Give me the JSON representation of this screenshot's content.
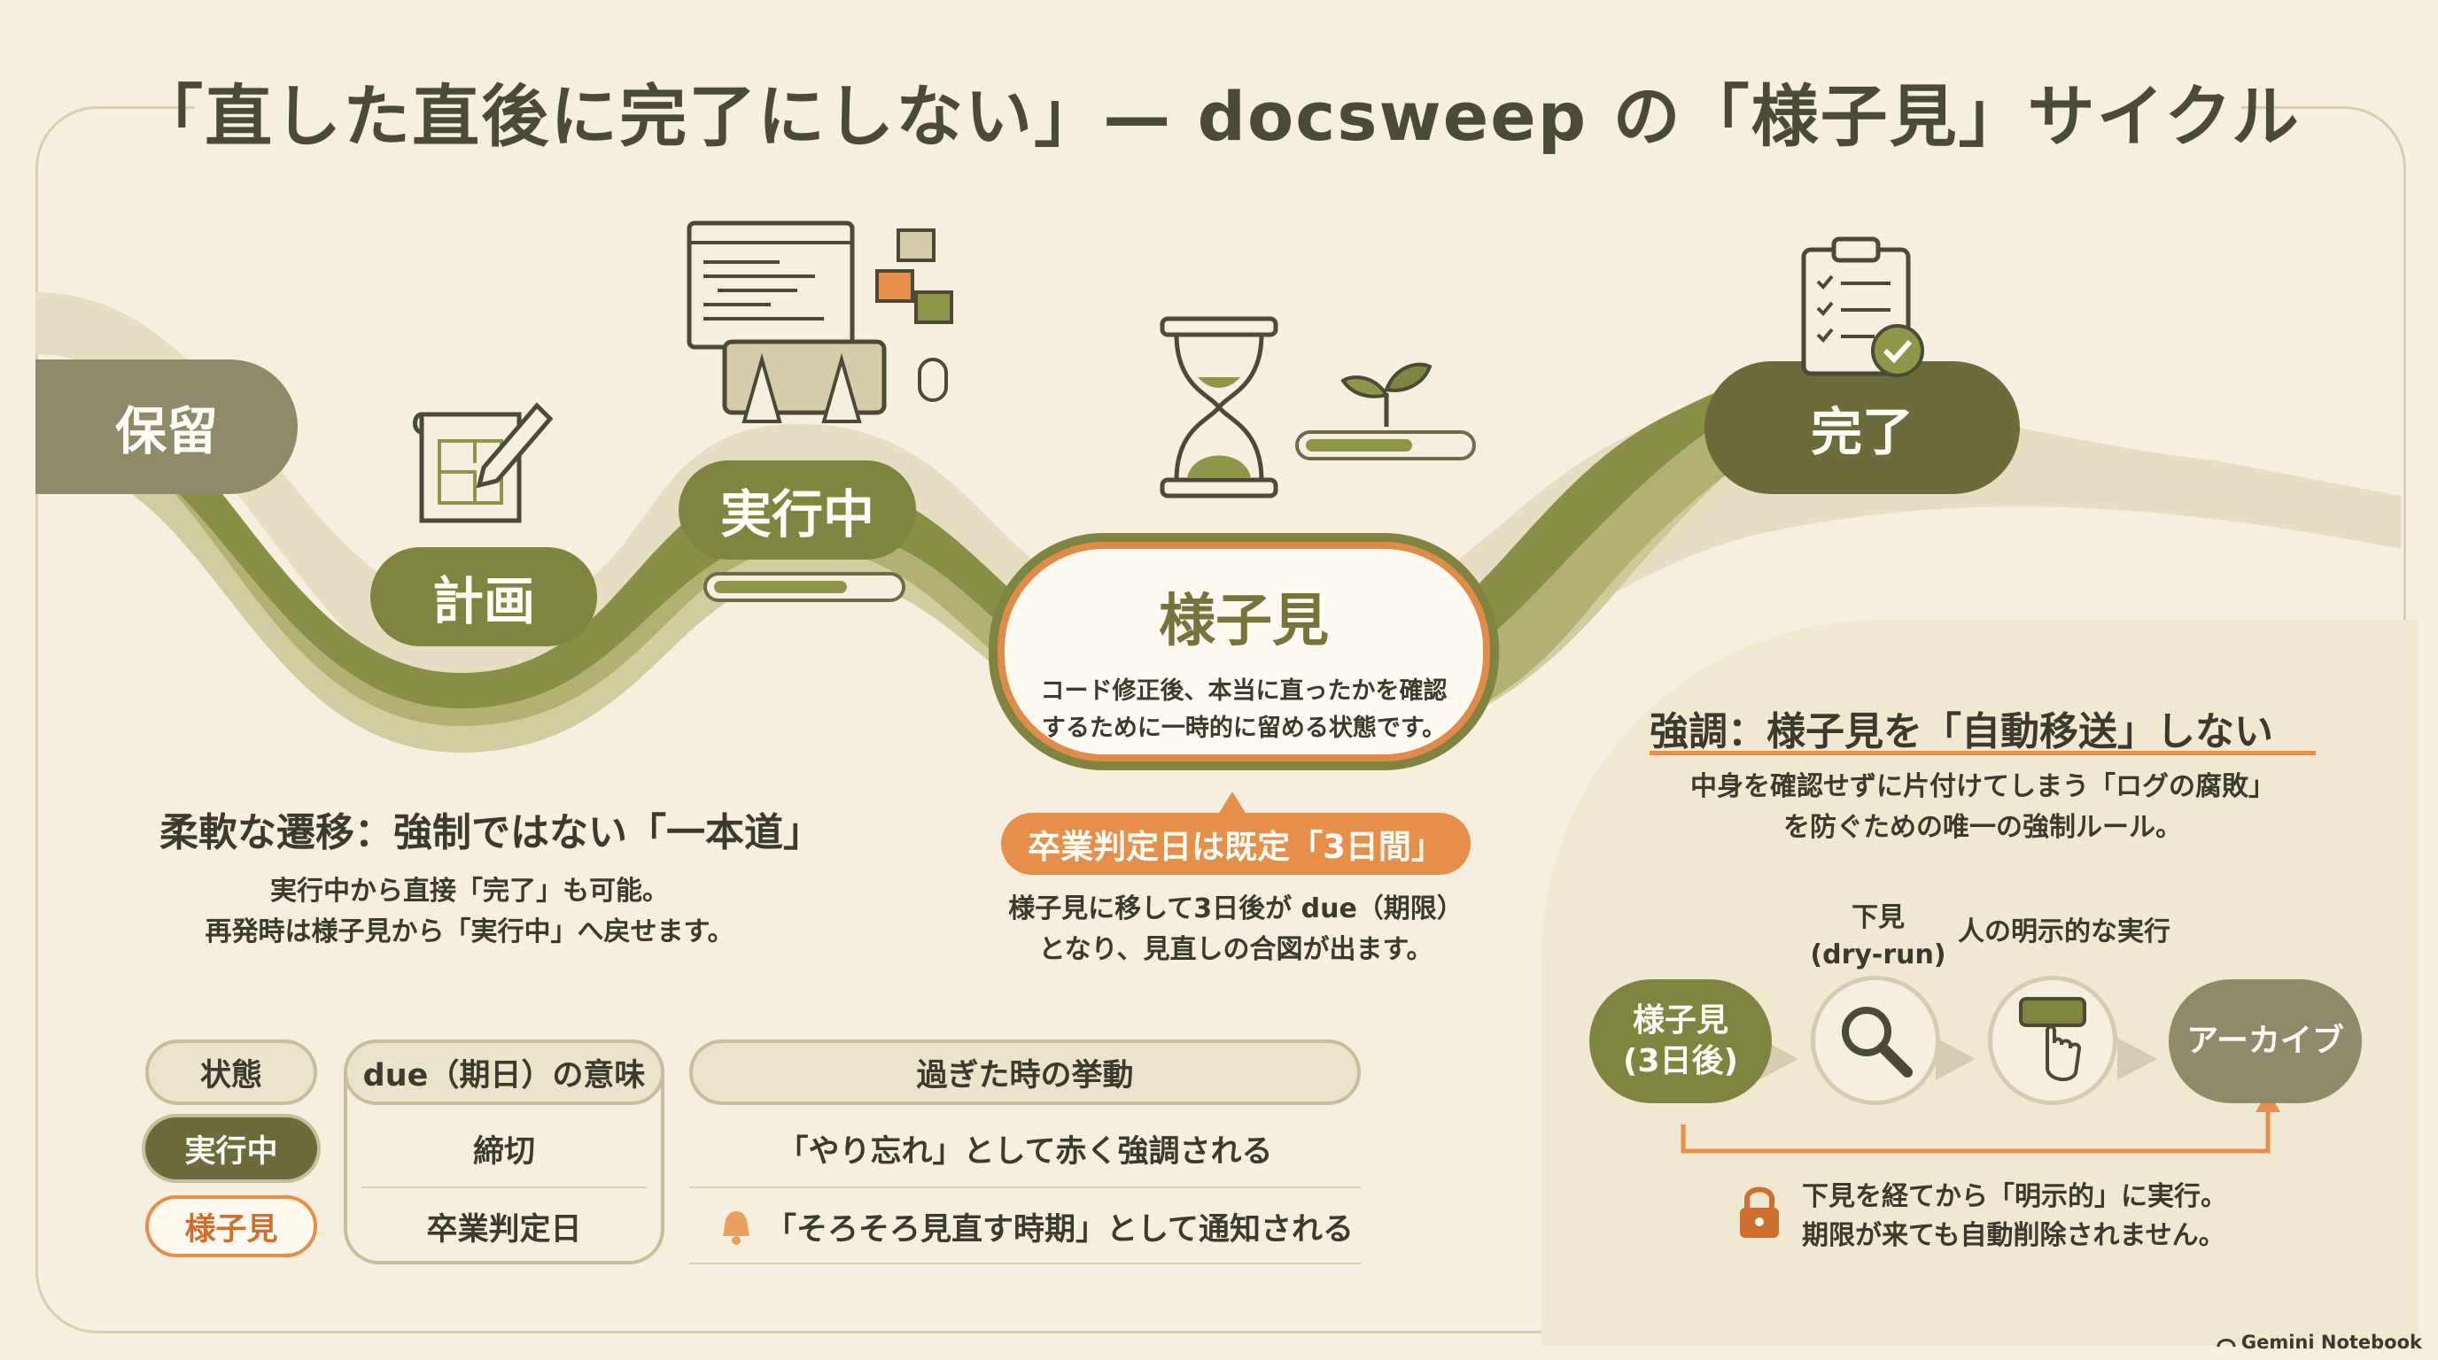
{
  "title": "「直した直後に完了にしない」— docsweep の「様子見」サイクル",
  "stages": {
    "hold": "保留",
    "plan": "計画",
    "running": "実行中",
    "watch": "様子見",
    "done": "完了"
  },
  "watch_card": {
    "title": "様子見",
    "desc_line1": "コード修正後、本当に直ったかを確認",
    "desc_line2": "するために一時的に留める状態です。"
  },
  "graduation": {
    "badge": "卒業判定日は既定「3日間」",
    "desc_line1": "様子見に移して3日後が due（期限）",
    "desc_line2": "となり、見直しの合図が出ます。"
  },
  "flexible": {
    "heading": "柔軟な遷移：強制ではない「一本道」",
    "line1": "実行中から直接「完了」も可能。",
    "line2": "再発時は様子見から「実行中」へ戻せます。"
  },
  "table": {
    "headers": [
      "状態",
      "due（期日）の意味",
      "過ぎた時の挙動"
    ],
    "rows": [
      {
        "state": "実行中",
        "due": "締切",
        "behavior": "「やり忘れ」として赤く強調される"
      },
      {
        "state": "様子見",
        "due": "卒業判定日",
        "behavior": "「そろそろ見直す時期」として通知される"
      }
    ]
  },
  "emphasis": {
    "heading": "強調：様子見を「自動移送」しない",
    "line1": "中身を確認せずに片付けてしまう「ログの腐敗」",
    "line2": "を防ぐための唯一の強制ルール。",
    "label_dryrun_1": "下見",
    "label_dryrun_2": "(dry-run)",
    "label_explicit": "人の明示的な実行",
    "flow_start_1": "様子見",
    "flow_start_2": "(3日後)",
    "flow_end": "アーカイブ",
    "note_line1": "下見を経てから「明示的」に実行。",
    "note_line2": "期限が来ても自動削除されません。"
  },
  "footer": "Gemini Notebook",
  "icons": [
    "hourglass-icon",
    "sprout-icon",
    "clipboard-check-icon",
    "blueprint-pencil-icon",
    "laptop-typing-icon",
    "magnifier-icon",
    "tap-button-icon",
    "lock-icon",
    "bell-icon"
  ],
  "colors": {
    "olive": "#7f8441",
    "olive_dark": "#6b6b3c",
    "grey_olive": "#8f8a6a",
    "orange": "#e58f4a",
    "cream": "#f6efdf"
  }
}
